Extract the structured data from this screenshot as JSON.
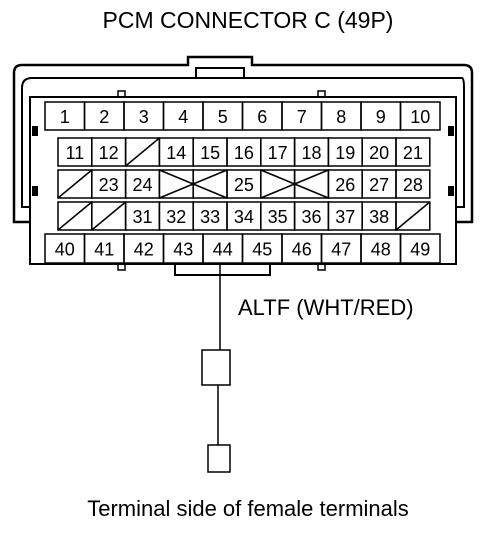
{
  "title": "PCM CONNECTOR C (49P)",
  "wire_label": "ALTF (WHT/RED)",
  "footer": "Terminal side of female terminals",
  "connector": {
    "rows": [
      [
        "1",
        "2",
        "3",
        "4",
        "5",
        "6",
        "7",
        "8",
        "9",
        "10"
      ],
      [
        "11",
        "12",
        "",
        "14",
        "15",
        "16",
        "17",
        "18",
        "19",
        "20",
        "21"
      ],
      [
        "",
        "23",
        "24",
        "",
        "",
        "25",
        "",
        "",
        "26",
        "27",
        "28"
      ],
      [
        "",
        "",
        "31",
        "32",
        "33",
        "34",
        "35",
        "36",
        "37",
        "38",
        ""
      ],
      [
        "40",
        "41",
        "42",
        "43",
        "44",
        "45",
        "46",
        "47",
        "48",
        "49"
      ]
    ],
    "highlighted_pin": "44"
  },
  "colors": {
    "line": "#000000",
    "background": "#ffffff"
  }
}
